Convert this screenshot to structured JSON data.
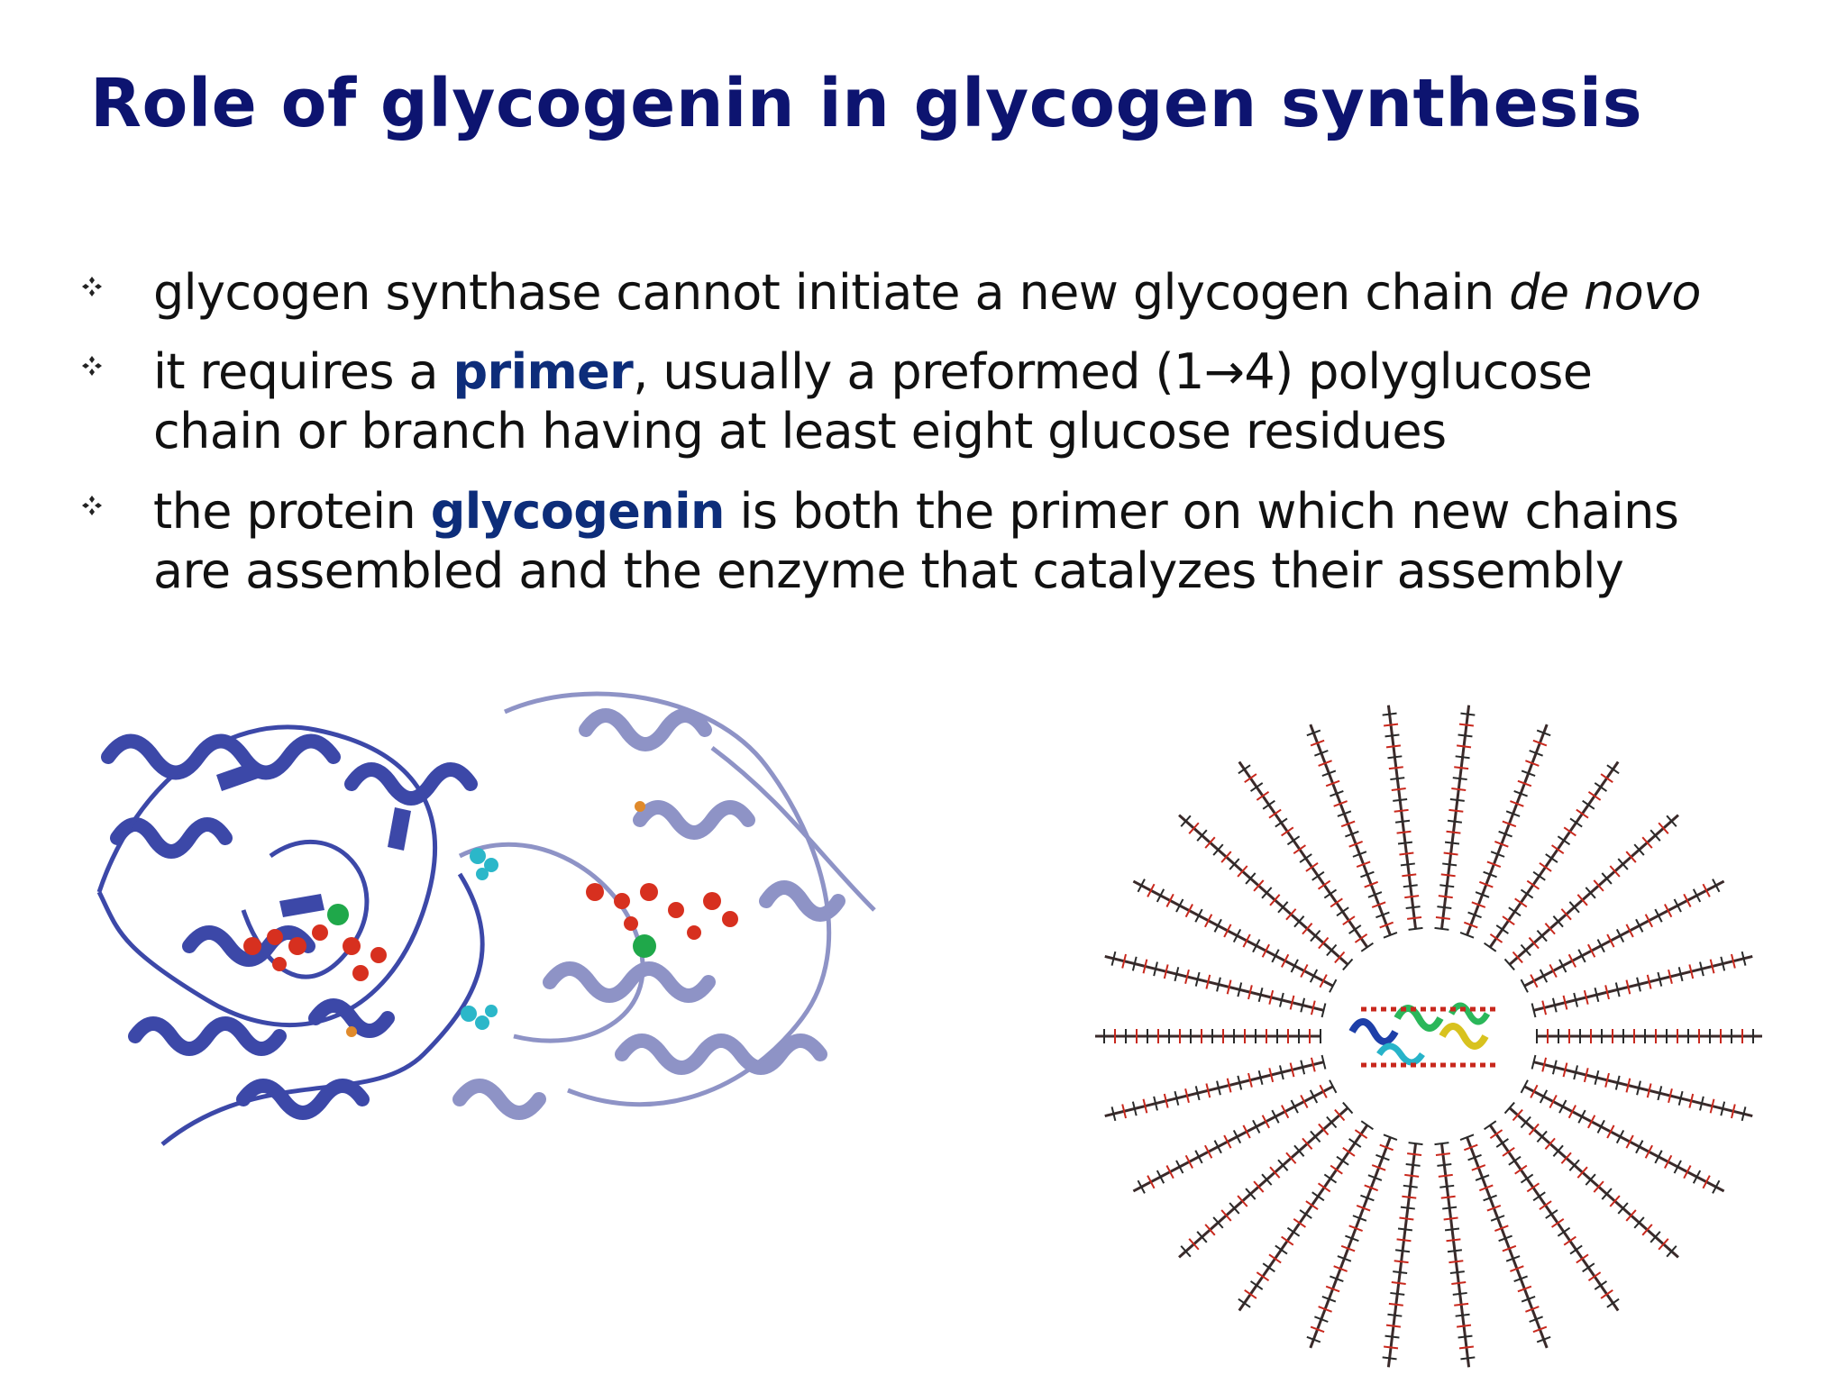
{
  "slide": {
    "title": "Role of glycogenin in glycogen synthesis"
  },
  "bullets": [
    {
      "icon": "four-diamond-bullet-icon",
      "text_a": "glycogen synthase cannot initiate a new glycogen chain ",
      "emphasis": "de novo"
    },
    {
      "icon": "four-diamond-bullet-icon",
      "text_a": "it requires a ",
      "highlight": "primer",
      "text_b": ", usually a preformed (1→4) polyglucose chain or branch having at least eight glucose residues"
    },
    {
      "icon": "four-diamond-bullet-icon",
      "text_a": "the protein ",
      "highlight": "glycogenin",
      "text_b": " is both the primer on which new chains are assembled and the enzyme that catalyzes their assembly"
    }
  ],
  "colors": {
    "title": "#0d1470",
    "highlight": "#0d2d7a",
    "body_text": "#111111",
    "protein_dark": "#3c48a8",
    "protein_light": "#8e93c6",
    "ligand": "#d7301f",
    "metal": "#1fa84a",
    "site": "#2bb7c9"
  },
  "figures": {
    "left": "glycogenin-ribbon-structure",
    "right": "glycogen-particle-model"
  }
}
